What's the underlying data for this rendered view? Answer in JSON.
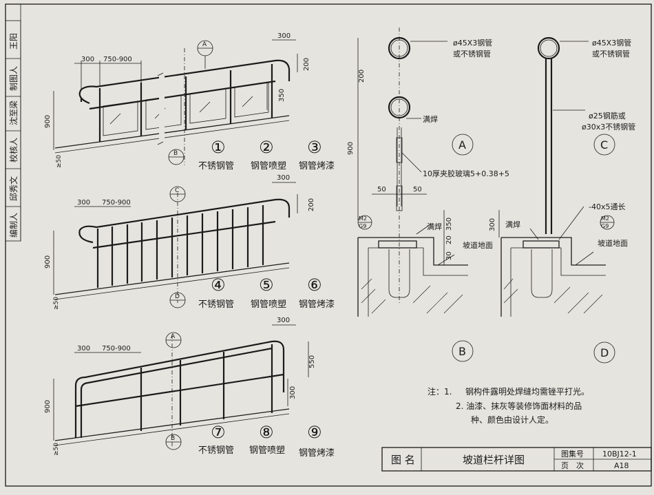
{
  "sidebar": {
    "items": [
      "王阳",
      "制图人",
      "沈至梁",
      "校核人",
      "邱秀文",
      "编制人"
    ]
  },
  "rows": [
    {
      "dims": [
        "300",
        "750-900",
        "300",
        "200",
        "350",
        "900",
        "≥50"
      ],
      "marks": [
        "A",
        "B"
      ],
      "labels": [
        {
          "num": "①",
          "text": "不锈钢管"
        },
        {
          "num": "②",
          "text": "钢管喷塑"
        },
        {
          "num": "③",
          "text": "钢管烤漆"
        }
      ]
    },
    {
      "dims": [
        "300",
        "750-900",
        "300",
        "200",
        "900",
        "≥50"
      ],
      "marks": [
        "C",
        "D"
      ],
      "labels": [
        {
          "num": "④",
          "text": "不锈钢管"
        },
        {
          "num": "⑤",
          "text": "钢管喷塑"
        },
        {
          "num": "⑥",
          "text": "钢管烤漆"
        }
      ]
    },
    {
      "dims": [
        "300",
        "750-900",
        "300",
        "550",
        "300",
        "900",
        "≥50"
      ],
      "marks": [
        "A",
        "B"
      ],
      "labels": [
        {
          "num": "⑦",
          "text": "不锈钢管"
        },
        {
          "num": "⑧",
          "text": "钢管喷塑"
        },
        {
          "num": "⑨",
          "text": "钢管烤漆"
        }
      ]
    }
  ],
  "section_A": {
    "mark": "A",
    "pipe": "ø45X3钢管",
    "pipe2": "或不锈钢管",
    "weld": "满焊",
    "glass": "10厚夹胶玻璃5+0.38+5",
    "dims": [
      "200",
      "900",
      "50",
      "50"
    ]
  },
  "section_C": {
    "mark": "C",
    "pipe": "ø45X3钢管",
    "pipe2": "或不锈钢管",
    "bar": "ø25钢筋或",
    "bar2": "ø30x3不锈钢管"
  },
  "section_B": {
    "mark": "B",
    "ref_top": "M2",
    "ref_bot": "G9",
    "weld": "满焊",
    "floor": "坡道地面",
    "dims": [
      "350",
      "20",
      "30"
    ]
  },
  "section_D": {
    "mark": "D",
    "plate": "-40x5通长",
    "ref_top": "M2",
    "ref_bot": "G9",
    "weld": "满焊",
    "floor": "坡道地面",
    "dims": [
      "300"
    ]
  },
  "notes": {
    "head": "注：1.",
    "line1": "钢构件露明处焊缝均需锉平打光。",
    "line2": "2. 油漆、抹灰等装修饰面材料的品",
    "line3": "种、颜色由设计人定。"
  },
  "titleblock": {
    "name_label": "图 名",
    "name": "坡道栏杆详图",
    "set_label": "图集号",
    "set_value": "10BJ12-1",
    "page_label": "页　次",
    "page_value": "A18"
  }
}
